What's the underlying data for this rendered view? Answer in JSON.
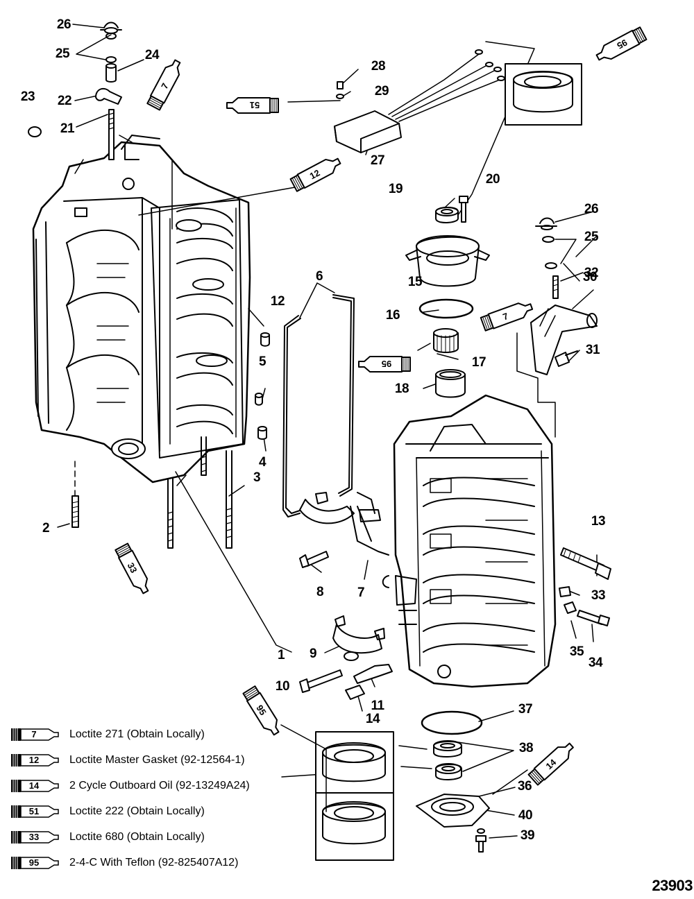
{
  "figure_number": "23903",
  "callouts": [
    {
      "id": "c26a",
      "text": "26"
    },
    {
      "id": "c25a",
      "text": "25"
    },
    {
      "id": "c24",
      "text": "24"
    },
    {
      "id": "c22",
      "text": "22"
    },
    {
      "id": "c23",
      "text": "23"
    },
    {
      "id": "c21",
      "text": "21"
    },
    {
      "id": "c28",
      "text": "28"
    },
    {
      "id": "c29",
      "text": "29"
    },
    {
      "id": "c27",
      "text": "27"
    },
    {
      "id": "c19",
      "text": "19"
    },
    {
      "id": "c20",
      "text": "20"
    },
    {
      "id": "c26b",
      "text": "26"
    },
    {
      "id": "c25b",
      "text": "25"
    },
    {
      "id": "c32",
      "text": "32"
    },
    {
      "id": "c15",
      "text": "15"
    },
    {
      "id": "c30",
      "text": "30"
    },
    {
      "id": "c16",
      "text": "16"
    },
    {
      "id": "c31",
      "text": "31"
    },
    {
      "id": "c17",
      "text": "17"
    },
    {
      "id": "c18",
      "text": "18"
    },
    {
      "id": "c6",
      "text": "6"
    },
    {
      "id": "c12",
      "text": "12"
    },
    {
      "id": "c5",
      "text": "5"
    },
    {
      "id": "c4",
      "text": "4"
    },
    {
      "id": "c3",
      "text": "3"
    },
    {
      "id": "c2",
      "text": "2"
    },
    {
      "id": "c13",
      "text": "13"
    },
    {
      "id": "c8",
      "text": "8"
    },
    {
      "id": "c7",
      "text": "7"
    },
    {
      "id": "c33",
      "text": "33"
    },
    {
      "id": "c35",
      "text": "35"
    },
    {
      "id": "c34",
      "text": "34"
    },
    {
      "id": "c1",
      "text": "1"
    },
    {
      "id": "c9",
      "text": "9"
    },
    {
      "id": "c10",
      "text": "10"
    },
    {
      "id": "c11",
      "text": "11"
    },
    {
      "id": "c14",
      "text": "14"
    },
    {
      "id": "c37",
      "text": "37"
    },
    {
      "id": "c38",
      "text": "38"
    },
    {
      "id": "c36",
      "text": "36"
    },
    {
      "id": "c40",
      "text": "40"
    },
    {
      "id": "c39",
      "text": "39"
    }
  ],
  "tubes": [
    {
      "id": "t7a",
      "num": "7"
    },
    {
      "id": "t12",
      "num": "12"
    },
    {
      "id": "t51",
      "num": "51"
    },
    {
      "id": "t95a",
      "num": "95"
    },
    {
      "id": "t7b",
      "num": "7"
    },
    {
      "id": "t95b",
      "num": "95"
    },
    {
      "id": "t33",
      "num": "33"
    },
    {
      "id": "t95c",
      "num": "95"
    },
    {
      "id": "t14",
      "num": "14"
    }
  ],
  "legend": [
    {
      "num": "7",
      "text": "Loctite 271 (Obtain Locally)"
    },
    {
      "num": "12",
      "text": "Loctite Master Gasket (92-12564-1)"
    },
    {
      "num": "14",
      "text": "2 Cycle Outboard Oil (92-13249A24)"
    },
    {
      "num": "51",
      "text": "Loctite 222  (Obtain Locally)"
    },
    {
      "num": "33",
      "text": "Loctite 680 (Obtain Locally)"
    },
    {
      "num": "95",
      "text": "2-4-C  With Teflon (92-825407A12)"
    }
  ]
}
